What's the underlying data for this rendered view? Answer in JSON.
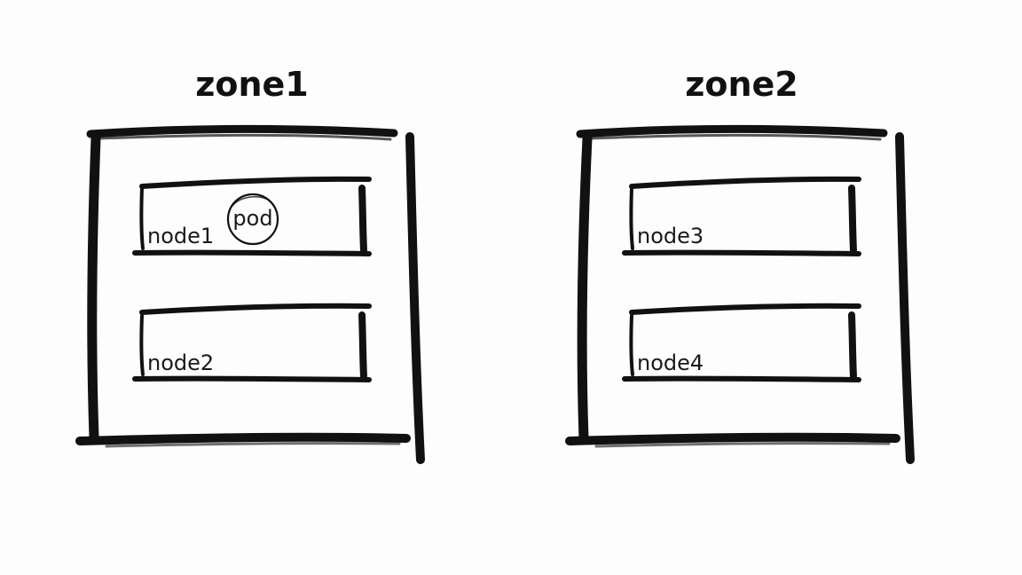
{
  "diagram": {
    "background": "#fdfdfd",
    "ink": "#111111",
    "zones": [
      {
        "title": "zone1",
        "nodes": [
          {
            "label": "node1",
            "pods": [
              "pod"
            ]
          },
          {
            "label": "node2",
            "pods": []
          }
        ]
      },
      {
        "title": "zone2",
        "nodes": [
          {
            "label": "node3",
            "pods": []
          },
          {
            "label": "node4",
            "pods": []
          }
        ]
      }
    ]
  }
}
